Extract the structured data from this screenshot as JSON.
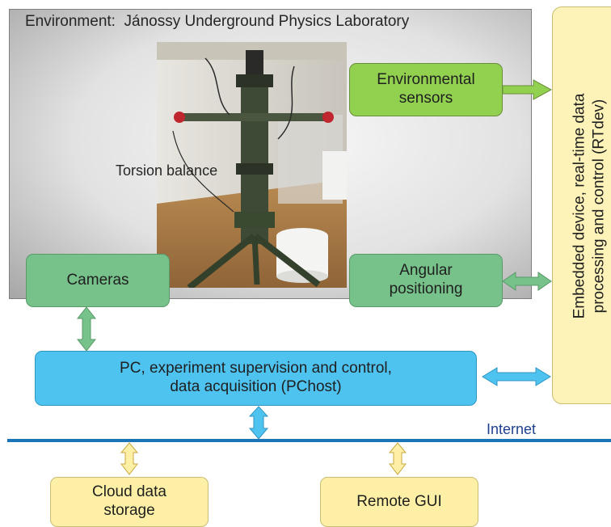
{
  "environment": {
    "title": "Environment:  Jánossy Underground Physics Laboratory"
  },
  "photo_label": "Torsion balance",
  "nodes": {
    "environmental_sensors": {
      "line1": "Environmental",
      "line2": "sensors"
    },
    "cameras": "Cameras",
    "angular_positioning": {
      "line1": "Angular",
      "line2": "positioning"
    },
    "pc_host": {
      "line1": "PC, experiment supervision and control,",
      "line2": "data acquisition (PChost)"
    },
    "rtdev": {
      "line1": "Embedded device, real-time data",
      "line2": "processing and control (RTdev)"
    },
    "cloud_storage": {
      "line1": "Cloud data",
      "line2": "storage"
    },
    "remote_gui": "Remote GUI"
  },
  "internet_label": "Internet",
  "colors": {
    "sensors": "#92d050",
    "links_green": "#77c18a",
    "pc_blue": "#4fc3f0",
    "yellow": "#fdf0a6",
    "internet_line": "#1b73b8"
  }
}
